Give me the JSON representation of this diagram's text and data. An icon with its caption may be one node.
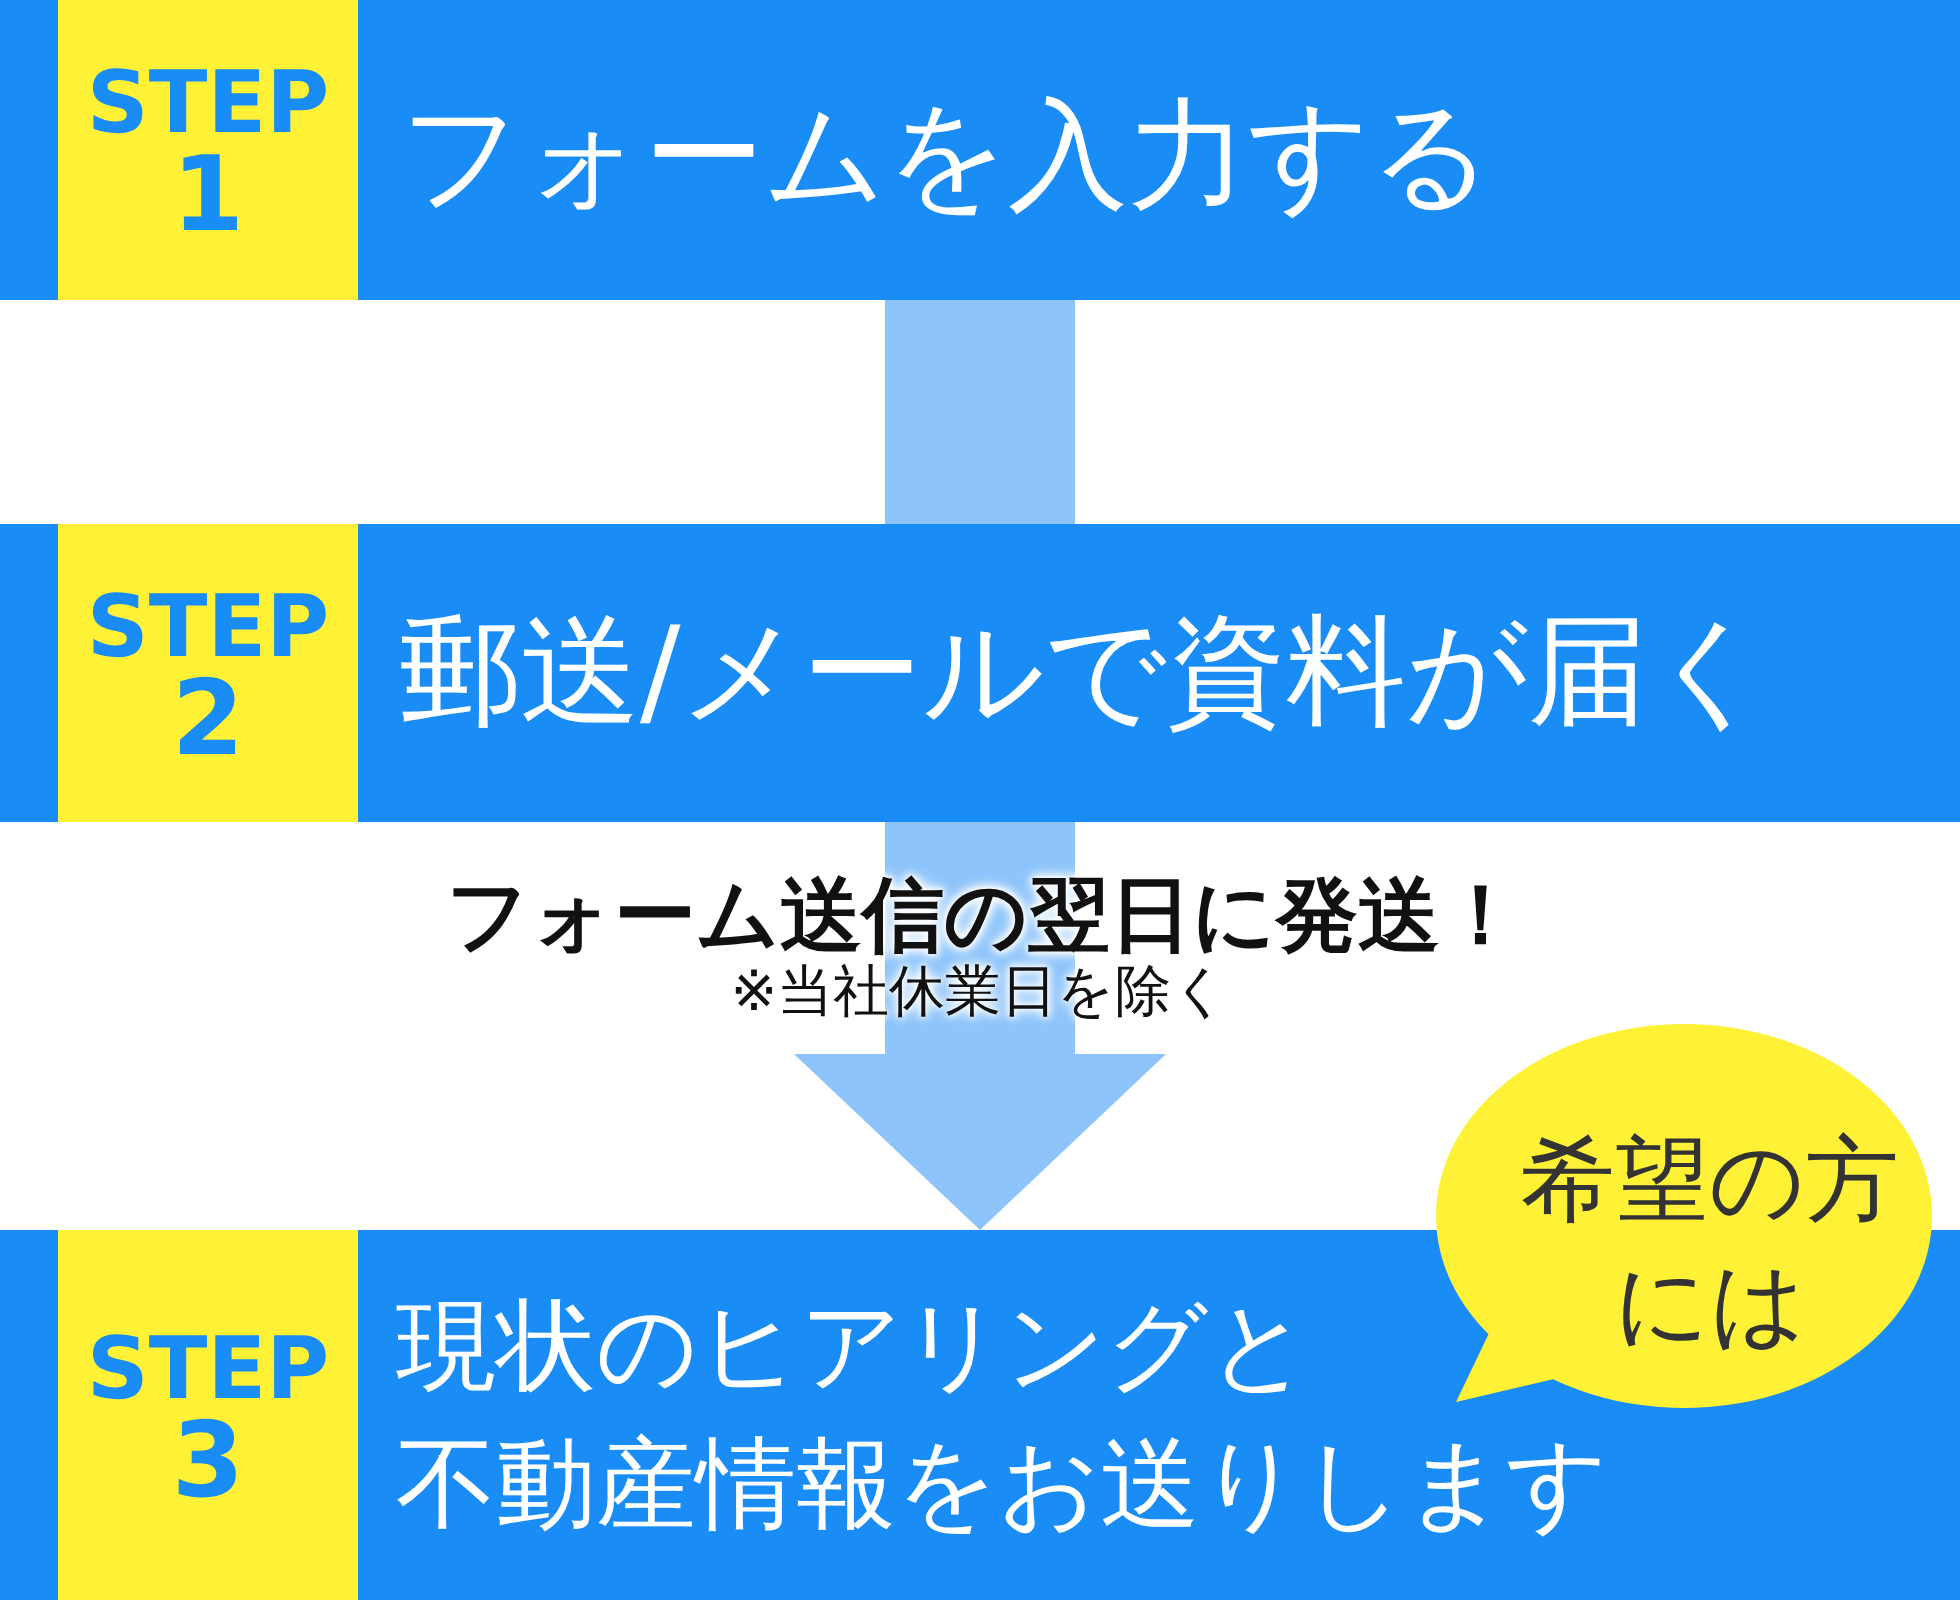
{
  "diagram": {
    "nodes": [
      {
        "text": [
          "フォームを入力する"
        ]
      },
      {
        "text": [
          "STEP 1"
        ],
        "in": 0
      },
      {
        "text": [
          "郵送/メールで資料が届く"
        ]
      },
      {
        "text": [
          "STEP 2"
        ],
        "in": 2
      },
      {
        "text": [
          "現状のヒアリングと不動産情報をお送りします"
        ]
      },
      {
        "text": [
          "STEP 3"
        ],
        "in": 4
      },
      {
        "text": [
          "希望の方には"
        ]
      }
    ],
    "edges": [
      {
        "from": 0,
        "to": 2,
        "arrow": "none"
      },
      {
        "from": 2,
        "to": 4,
        "arrow": "to",
        "label": "フォーム送信の翌日に発送！"
      }
    ],
    "labels": [
      "※当社休業日を除く"
    ]
  }
}
